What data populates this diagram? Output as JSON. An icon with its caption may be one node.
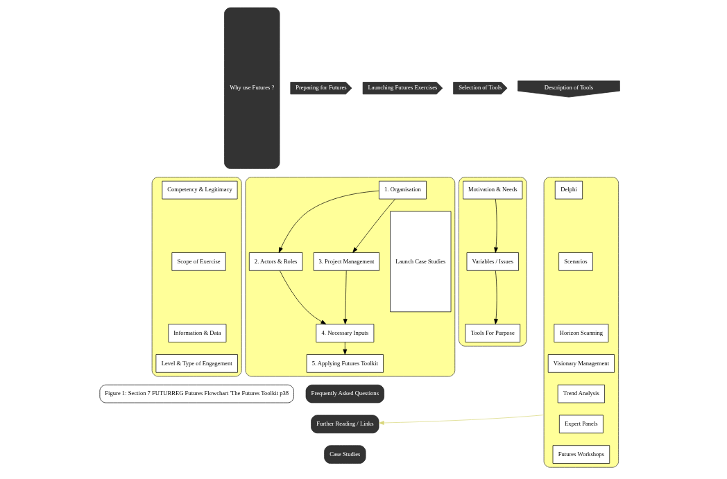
{
  "diagram": {
    "nodes": [
      {
        "text": [
          "Why use Futures ?"
        ]
      },
      {
        "text": [
          "Preparing for Futures"
        ]
      },
      {
        "text": [
          "Launching Futures Exercises"
        ]
      },
      {
        "text": [
          "Selection of Tools"
        ]
      },
      {
        "text": [
          "Description of Tools"
        ]
      },
      {
        "text": [],
        "shape": "box"
      },
      {
        "text": [
          "Competency & Legitimacy"
        ],
        "in": 5
      },
      {
        "text": [
          "Scope of Exercise"
        ],
        "in": 5
      },
      {
        "text": [
          "Information & Data"
        ],
        "in": 5
      },
      {
        "text": [
          "Level & Type of Engagement"
        ],
        "in": 5
      },
      {
        "text": [],
        "shape": "box"
      },
      {
        "text": [
          "1. Organisation"
        ],
        "in": 10
      },
      {
        "text": [
          "2. Actors & Roles"
        ],
        "in": 10
      },
      {
        "text": [
          "3. Project Management"
        ],
        "in": 10
      },
      {
        "text": [
          "4. Necessary Inputs"
        ],
        "in": 10
      },
      {
        "text": [
          "5. Applying Futures Toolkit"
        ],
        "in": 10
      },
      {
        "text": [
          "Launch Case Studies"
        ],
        "in": 10
      },
      {
        "text": [],
        "shape": "box"
      },
      {
        "text": [
          "Motivation & Needs"
        ],
        "in": 17
      },
      {
        "text": [
          "Variables / Issues"
        ],
        "in": 17
      },
      {
        "text": [
          "Tools For Purpose"
        ],
        "in": 17
      },
      {
        "text": [],
        "shape": "box"
      },
      {
        "text": [
          "Delphi"
        ],
        "in": 21
      },
      {
        "text": [
          "Scenarios"
        ],
        "in": 21
      },
      {
        "text": [
          "Horizon Scanning"
        ],
        "in": 21
      },
      {
        "text": [
          "Visionary Management"
        ],
        "in": 21
      },
      {
        "text": [
          "Trend Analysis"
        ],
        "in": 21
      },
      {
        "text": [
          "Expert Panels"
        ],
        "in": 21
      },
      {
        "text": [
          "Futures Workshops"
        ],
        "in": 21
      },
      {
        "text": [
          "Frequently Asked Questions"
        ]
      },
      {
        "text": [
          "Further Reading / Links"
        ]
      },
      {
        "text": [
          "Case Studies"
        ]
      },
      {
        "text": [
          "Figure 1: Section 7 FUTURREG Futures Flowchart 'The Futures Toolkit p38"
        ]
      }
    ],
    "edges": [
      {
        "from": 11,
        "to": 12,
        "arrow": "to"
      },
      {
        "from": 11,
        "to": 13,
        "arrow": "to"
      },
      {
        "from": 12,
        "to": 14,
        "arrow": "to"
      },
      {
        "from": 13,
        "to": 14,
        "arrow": "to"
      },
      {
        "from": 14,
        "to": 15,
        "arrow": "to"
      },
      {
        "from": 18,
        "to": 19,
        "arrow": "to"
      },
      {
        "from": 19,
        "to": 20,
        "arrow": "to"
      },
      {
        "from": 21,
        "to": 30,
        "arrow": "to",
        "color": "#d8d67a"
      }
    ]
  }
}
